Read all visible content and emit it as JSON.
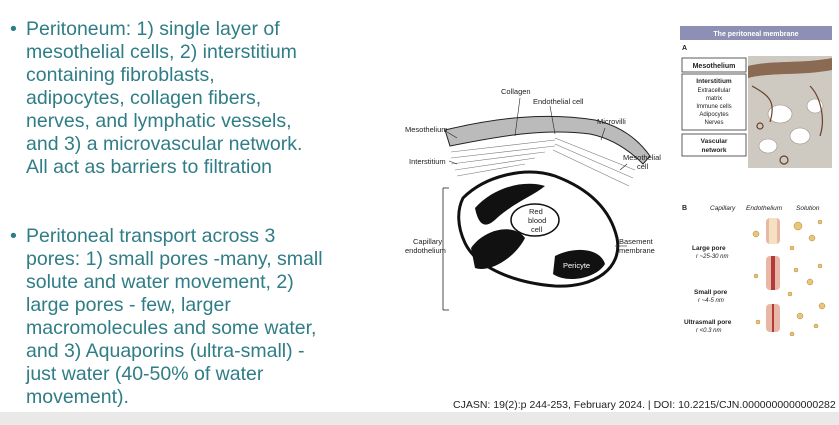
{
  "bullets": [
    {
      "marker": "•",
      "lines": [
        "Peritoneum: 1) single layer of",
        "mesothelial cells, 2) interstitium",
        "containing fibroblasts,",
        "adipocytes, collagen fibers,",
        "nerves, and lymphatic vessels,",
        "and 3) a microvascular network.",
        "All act as barriers to filtration"
      ]
    },
    {
      "marker": "•",
      "lines": [
        "Peritoneal transport across 3",
        "pores: 1) small pores -many, small",
        "solute and water movement, 2)",
        "large pores  - few, larger",
        "macromolecules and some water,",
        "and 3) Aquaporins (ultra-small) -",
        "just water (40-50% of water",
        "movement)."
      ]
    }
  ],
  "figure_left": {
    "labels": {
      "collagen": "Collagen",
      "endothelial_cell": "Endothelial cell",
      "microvilli": "Microvilli",
      "mesothelium": "Mesothelium",
      "mesothelial_cell_1": "Mesothelial",
      "mesothelial_cell_2": "cell",
      "interstitium": "Interstitium",
      "red_blood_cell_1": "Red",
      "red_blood_cell_2": "blood",
      "red_blood_cell_3": "cell",
      "capillary_endothelium_1": "Capillary",
      "capillary_endothelium_2": "endothelium",
      "basement_membrane_1": "Basement",
      "basement_membrane_2": "membrane",
      "pericyte": "Pericyte"
    }
  },
  "figure_right": {
    "title": "The peritoneal membrane",
    "panel_a": "A",
    "panel_b": "B",
    "layers": {
      "mesothelium": "Mesothelium",
      "interstitium_title": "Interstitium",
      "interstitium_items": [
        "Extracellular",
        "matrix",
        "Immune cells",
        "Adipocytes",
        "Nerves"
      ],
      "vascular_1": "Vascular",
      "vascular_2": "network"
    },
    "column_headers": [
      "Capillary",
      "Endothelium",
      "Solution"
    ],
    "pores": [
      {
        "name": "Large pore",
        "size": "r ~25-30 nm"
      },
      {
        "name": "Small pore",
        "size": "r ~4-5 nm"
      },
      {
        "name": "Ultrasmall pore",
        "size": "r <0.3 nm"
      }
    ],
    "colors": {
      "title_bar": "#8d8fb4",
      "cell": "#e8b7a5",
      "pore": "#b23a3a",
      "solute": "#e9c57a"
    }
  },
  "citation": "CJASN: 19(2):p 244-253, February 2024. | DOI: 10.2215/CJN.0000000000000282"
}
